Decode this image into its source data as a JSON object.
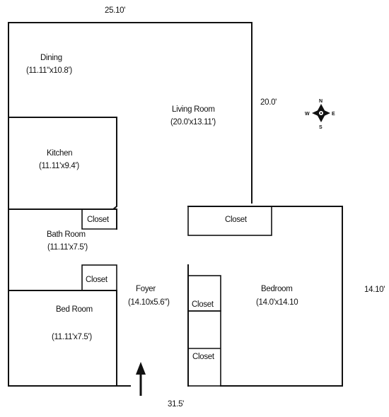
{
  "dimensions": {
    "top": "25.10'",
    "right_upper": "20.0'",
    "right_lower": "14.10'",
    "bottom": "31.5'"
  },
  "rooms": {
    "dining": {
      "name": "Dining",
      "size": "(11.11\"x10.8')"
    },
    "living_room": {
      "name": "Living Room",
      "size": "(20.0'x13.11')"
    },
    "kitchen": {
      "name": "Kitchen",
      "size": "(11.11'x9.4')"
    },
    "bath_room": {
      "name": "Bath Room",
      "size": "(11.11'x7.5')"
    },
    "foyer": {
      "name": "Foyer",
      "size": "(14.10x5.6\")"
    },
    "bedroom": {
      "name": "Bedroom",
      "size": "(14.0'x14.10"
    },
    "bed_room": {
      "name": "Bed Room",
      "size": "(11.11'x7.5')"
    }
  },
  "closets": {
    "bath_upper": "Closet",
    "bath_lower": "Closet",
    "bedroom_top": "Closet",
    "bedroom_left_upper": "Closet",
    "bedroom_left_lower": "Closet"
  },
  "compass": {
    "n": "N",
    "s": "S",
    "e": "E",
    "w": "W"
  },
  "colors": {
    "line": "#111111",
    "background": "#ffffff"
  }
}
